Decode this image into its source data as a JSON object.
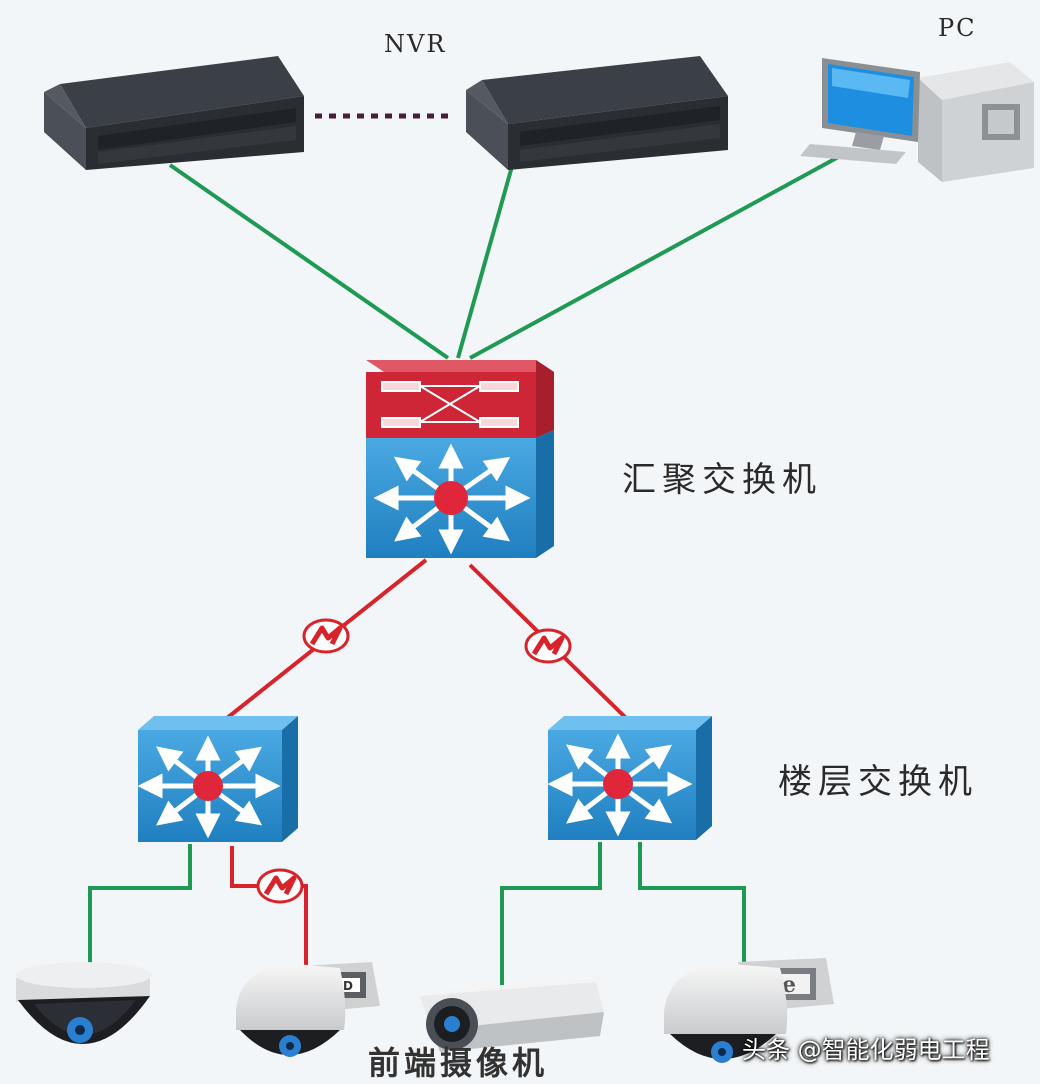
{
  "labels": {
    "nvr": "NVR",
    "pc": "PC",
    "core_switch": "汇聚交换机",
    "floor_switch": "楼层交换机",
    "cameras": "前端摄像机"
  },
  "watermark": "头条 @智能化弱电工程",
  "colors": {
    "ethernet_link": "#1e9a55",
    "fiber_link": "#d8232a",
    "switch_blue": "#2a8fcf",
    "switch_red": "#cf2637",
    "nvr_body": "#2e3238",
    "background": "#f3f6f8"
  },
  "icons": {
    "nvr": "nvr-recorder-icon",
    "pc": "desktop-pc-icon",
    "core_switch": "layer3-core-switch-icon",
    "floor_switch": "access-switch-icon",
    "fiber_converter": "fiber-link-icon",
    "dome_camera": "dome-camera-icon",
    "ptz_camera": "ptz-camera-icon",
    "bullet_camera": "bullet-camera-icon"
  }
}
